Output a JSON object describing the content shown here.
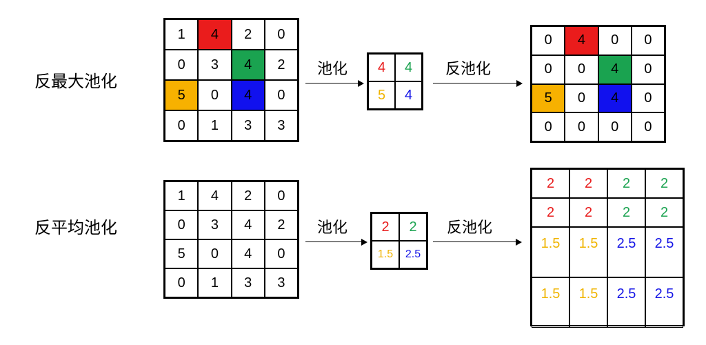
{
  "colors": {
    "red": "#e81c1c",
    "green": "#1ca351",
    "yellow": "#f0b400",
    "blue": "#1414e6",
    "bg_red": "#ea1c1c",
    "bg_green": "#1aa350",
    "bg_yellow": "#f7b100",
    "bg_blue": "#1111ee"
  },
  "rows": [
    {
      "title": "反最大池化",
      "pool_label": "池化",
      "unpool_label": "反池化",
      "input": [
        [
          {
            "v": "1"
          },
          {
            "v": "4",
            "bg": "red"
          },
          {
            "v": "2"
          },
          {
            "v": "0"
          }
        ],
        [
          {
            "v": "0"
          },
          {
            "v": "3"
          },
          {
            "v": "4",
            "bg": "green"
          },
          {
            "v": "2"
          }
        ],
        [
          {
            "v": "5",
            "bg": "yellow"
          },
          {
            "v": "0"
          },
          {
            "v": "4",
            "bg": "blue"
          },
          {
            "v": "0"
          }
        ],
        [
          {
            "v": "0"
          },
          {
            "v": "1"
          },
          {
            "v": "3"
          },
          {
            "v": "3"
          }
        ]
      ],
      "pooled": [
        [
          {
            "v": "4",
            "c": "red"
          },
          {
            "v": "4",
            "c": "green"
          }
        ],
        [
          {
            "v": "5",
            "c": "yellow"
          },
          {
            "v": "4",
            "c": "blue"
          }
        ]
      ],
      "output": [
        [
          {
            "v": "0"
          },
          {
            "v": "4",
            "bg": "red"
          },
          {
            "v": "0"
          },
          {
            "v": "0"
          }
        ],
        [
          {
            "v": "0"
          },
          {
            "v": "0"
          },
          {
            "v": "4",
            "bg": "green"
          },
          {
            "v": "0"
          }
        ],
        [
          {
            "v": "5",
            "bg": "yellow"
          },
          {
            "v": "0"
          },
          {
            "v": "4",
            "bg": "blue"
          },
          {
            "v": "0"
          }
        ],
        [
          {
            "v": "0"
          },
          {
            "v": "0"
          },
          {
            "v": "0"
          },
          {
            "v": "0"
          }
        ]
      ]
    },
    {
      "title": "反平均池化",
      "pool_label": "池化",
      "unpool_label": "反池化",
      "input": [
        [
          {
            "v": "1"
          },
          {
            "v": "4"
          },
          {
            "v": "2"
          },
          {
            "v": "0"
          }
        ],
        [
          {
            "v": "0"
          },
          {
            "v": "3"
          },
          {
            "v": "4"
          },
          {
            "v": "2"
          }
        ],
        [
          {
            "v": "5"
          },
          {
            "v": "0"
          },
          {
            "v": "4"
          },
          {
            "v": "0"
          }
        ],
        [
          {
            "v": "0"
          },
          {
            "v": "1"
          },
          {
            "v": "3"
          },
          {
            "v": "3"
          }
        ]
      ],
      "pooled": [
        [
          {
            "v": "2",
            "c": "red"
          },
          {
            "v": "2",
            "c": "green"
          }
        ],
        [
          {
            "v": "1.5",
            "c": "yellow"
          },
          {
            "v": "2.5",
            "c": "blue"
          }
        ]
      ],
      "output": [
        [
          {
            "v": "2",
            "c": "red"
          },
          {
            "v": "2",
            "c": "red"
          },
          {
            "v": "2",
            "c": "green"
          },
          {
            "v": "2",
            "c": "green"
          }
        ],
        [
          {
            "v": "2",
            "c": "red"
          },
          {
            "v": "2",
            "c": "red"
          },
          {
            "v": "2",
            "c": "green"
          },
          {
            "v": "2",
            "c": "green"
          }
        ],
        [
          {
            "v": "1.5",
            "c": "yellow"
          },
          {
            "v": "1.5",
            "c": "yellow"
          },
          {
            "v": "2.5",
            "c": "blue"
          },
          {
            "v": "2.5",
            "c": "blue"
          }
        ],
        [
          {
            "v": "1.5",
            "c": "yellow"
          },
          {
            "v": "1.5",
            "c": "yellow"
          },
          {
            "v": "2.5",
            "c": "blue"
          },
          {
            "v": "2.5",
            "c": "blue"
          }
        ]
      ]
    }
  ]
}
